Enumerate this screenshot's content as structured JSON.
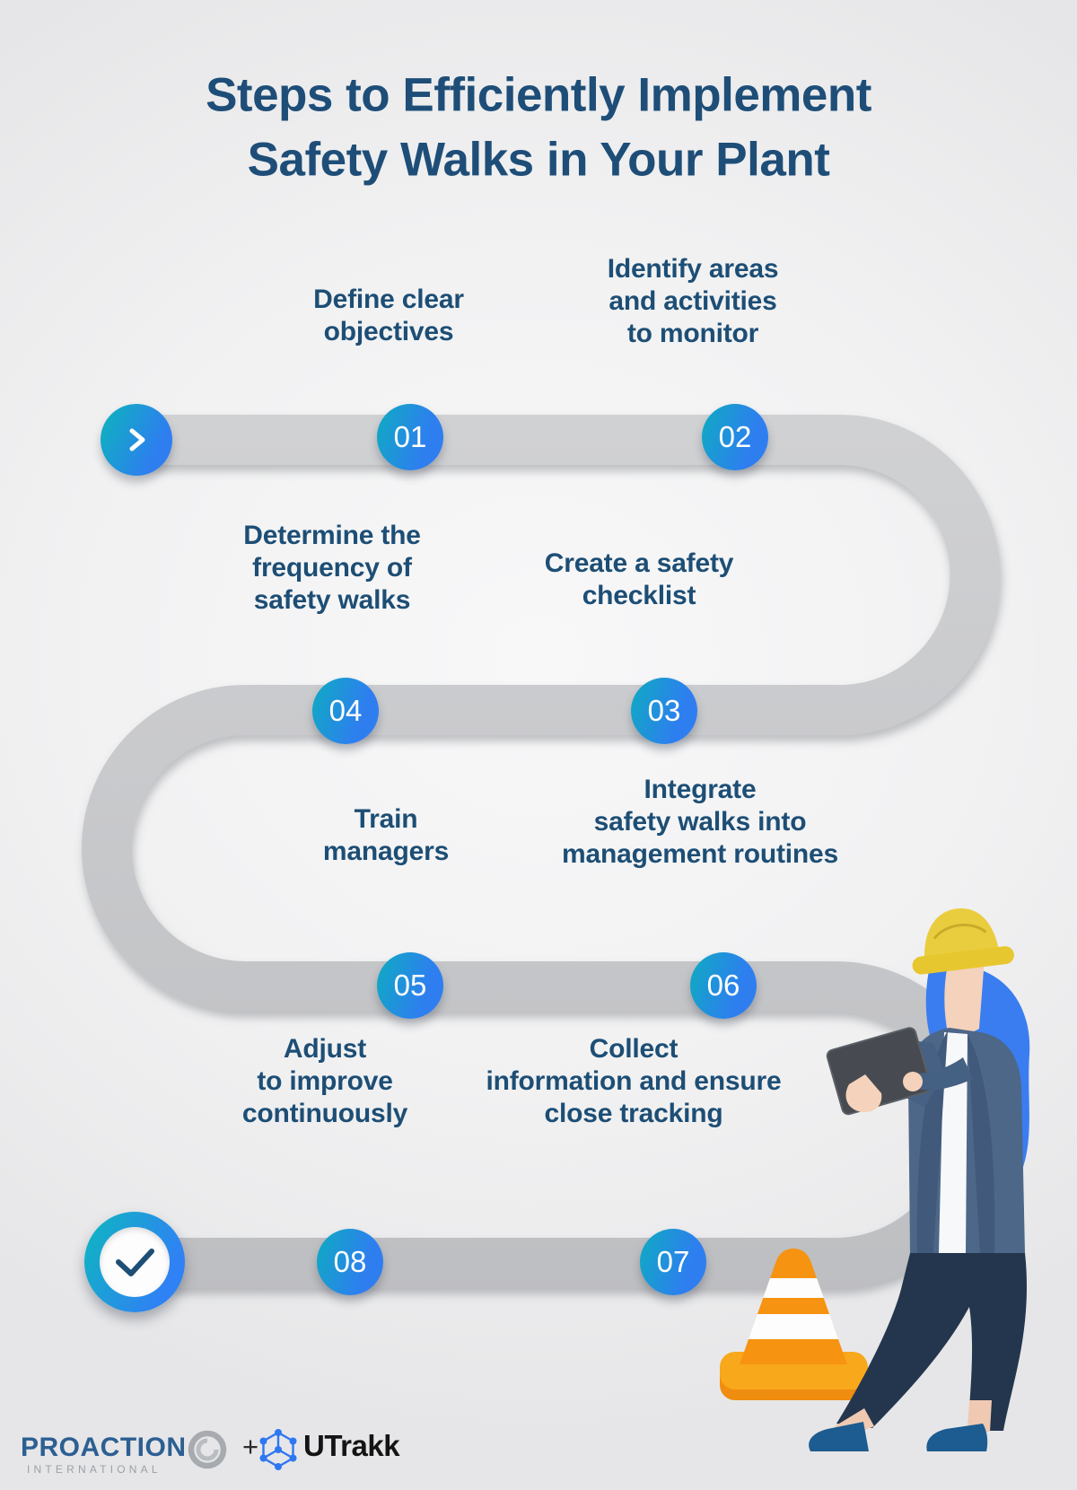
{
  "title": {
    "text": "Steps to Efficiently Implement\nSafety Walks in Your Plant"
  },
  "steps": [
    {
      "number": "01",
      "label": "Define clear\nobjectives"
    },
    {
      "number": "02",
      "label": "Identify areas\nand activities\nto monitor"
    },
    {
      "number": "03",
      "label": "Create a safety\nchecklist"
    },
    {
      "number": "04",
      "label": "Determine the\nfrequency of\nsafety walks"
    },
    {
      "number": "05",
      "label": "Train\nmanagers"
    },
    {
      "number": "06",
      "label": "Integrate\nsafety walks into\nmanagement routines"
    },
    {
      "number": "07",
      "label": "Collect\ninformation and ensure\nclose tracking"
    },
    {
      "number": "08",
      "label": "Adjust\nto improve\ncontinuously"
    }
  ],
  "markers": {
    "start": "chevron-right",
    "finish": "checkmark"
  },
  "footer": {
    "proaction": {
      "name": "PROACTION",
      "subtitle": "INTERNATIONAL"
    },
    "plus": "+",
    "utrakk": {
      "name": "UTrakk"
    }
  },
  "colors": {
    "accent_teal": "#12a6c6",
    "accent_blue": "#2e7ef0",
    "path_gray": "#c6c7c9",
    "text_navy": "#1d4e75",
    "cone_orange": "#f69310",
    "hat_yellow": "#eacd3e",
    "hair_blue": "#3a7df0",
    "blazer_blue": "#4d6788",
    "proaction_blue": "#2c5f92",
    "utrakk_blue": "#2f77f2"
  }
}
